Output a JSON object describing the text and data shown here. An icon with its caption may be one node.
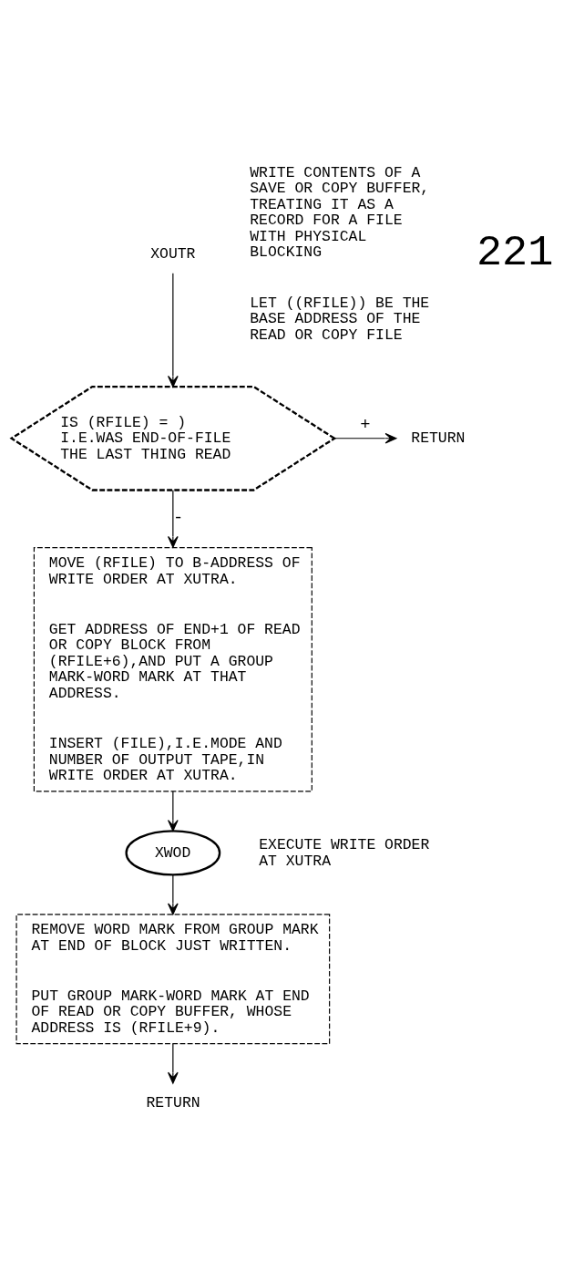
{
  "diagram": {
    "nodes": [
      {
        "text": [
          "XOUTR"
        ],
        "beside": [
          "WRITE CONTENTS OF A SAVE OR COPY BUFFER, TREATING IT AS A RECORD FOR A FILE WITH PHYSICAL BLOCKING",
          "LET ((RFILE)) BE THE BASE ADDRESS OF THE READ OR COPY FILE"
        ]
      },
      {
        "text": [
          "IS (RFILE) = ) I.E.WAS END-OF-FILE THE LAST THING READ"
        ]
      },
      {
        "text": [
          "RETURN"
        ]
      },
      {
        "text": [
          "MOVE (RFILE) TO B-ADDRESS OF WRITE ORDER AT XUTRA.",
          "GET ADDRESS OF END+1 OF READ OR COPY BLOCK FROM (RFILE+6),AND PUT A GROUP MARK-WORD MARK AT THAT ADDRESS.",
          "INSERT (FILE),I.E.MODE AND NUMBER OF OUTPUT TAPE,IN WRITE ORDER AT XUTRA."
        ]
      },
      {
        "text": [
          "XWOD"
        ],
        "beside": [
          "EXECUTE WRITE ORDER AT XUTRA"
        ]
      },
      {
        "text": [
          "REMOVE WORD MARK FROM GROUP MARK AT END OF BLOCK JUST WRITTEN.",
          "PUT GROUP MARK-WORD MARK AT END OF READ OR COPY BUFFER, WHOSE ADDRESS IS (RFILE+9)."
        ]
      },
      {
        "text": [
          "RETURN"
        ]
      }
    ],
    "edges": [
      {
        "from": 0,
        "to": 1,
        "arrow": "to"
      },
      {
        "from": 1,
        "to": 2,
        "arrow": "to",
        "label": "+"
      },
      {
        "from": 1,
        "to": 3,
        "arrow": "to",
        "label": "-"
      },
      {
        "from": 3,
        "to": 4,
        "arrow": "to"
      },
      {
        "from": 4,
        "to": 5,
        "arrow": "to"
      },
      {
        "from": 5,
        "to": 6,
        "arrow": "to"
      }
    ],
    "labels": [
      "221"
    ]
  }
}
